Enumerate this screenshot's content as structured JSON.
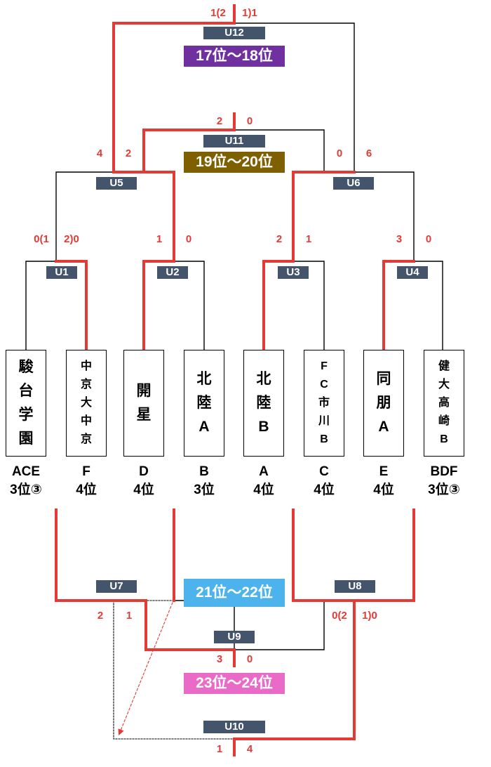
{
  "teams": [
    {
      "name": "駿台学園",
      "group": "ACE",
      "result": "3位③"
    },
    {
      "name": "中京大中京",
      "group": "F",
      "result": "4位"
    },
    {
      "name": "開星",
      "group": "D",
      "result": "4位"
    },
    {
      "name": "北陸A",
      "group": "B",
      "result": "3位"
    },
    {
      "name": "北陸B",
      "group": "A",
      "result": "4位"
    },
    {
      "name": "FC市川B",
      "group": "C",
      "result": "4位"
    },
    {
      "name": "同朋A",
      "group": "E",
      "result": "4位"
    },
    {
      "name": "健大高崎B",
      "group": "BDF",
      "result": "3位③"
    }
  ],
  "matches": {
    "U1": {
      "label": "U1",
      "score_left": "0(1",
      "score_right": "2)0"
    },
    "U2": {
      "label": "U2",
      "score_left": "1",
      "score_right": "0"
    },
    "U3": {
      "label": "U3",
      "score_left": "2",
      "score_right": "1"
    },
    "U4": {
      "label": "U4",
      "score_left": "3",
      "score_right": "0"
    },
    "U5": {
      "label": "U5",
      "score_left": "4",
      "score_right": "2"
    },
    "U6": {
      "label": "U6",
      "score_left": "0",
      "score_right": "6"
    },
    "U7": {
      "label": "U7",
      "score_left": "2",
      "score_right": "1"
    },
    "U8": {
      "label": "U8",
      "score_left": "0(2",
      "score_right": "1)0"
    },
    "U9": {
      "label": "U9",
      "score_left": "3",
      "score_right": "0"
    },
    "U10": {
      "label": "U10",
      "score_left": "1",
      "score_right": "4"
    },
    "U11": {
      "label": "U11",
      "score_left": "2",
      "score_right": "0"
    },
    "U12": {
      "label": "U12",
      "score_left": "1(2",
      "score_right": "1)1"
    }
  },
  "ranks": {
    "r17_18": {
      "label": "17位～18位",
      "color": "#7030a0"
    },
    "r19_20": {
      "label": "19位～20位",
      "color": "#7f6000"
    },
    "r21_22": {
      "label": "21位～22位",
      "color": "#4db3ec"
    },
    "r23_24": {
      "label": "23位～24位",
      "color": "#ea6ac8"
    }
  },
  "colors": {
    "win_line": "#e53935",
    "line": "#000000",
    "match_label_bg": "#44546a"
  }
}
